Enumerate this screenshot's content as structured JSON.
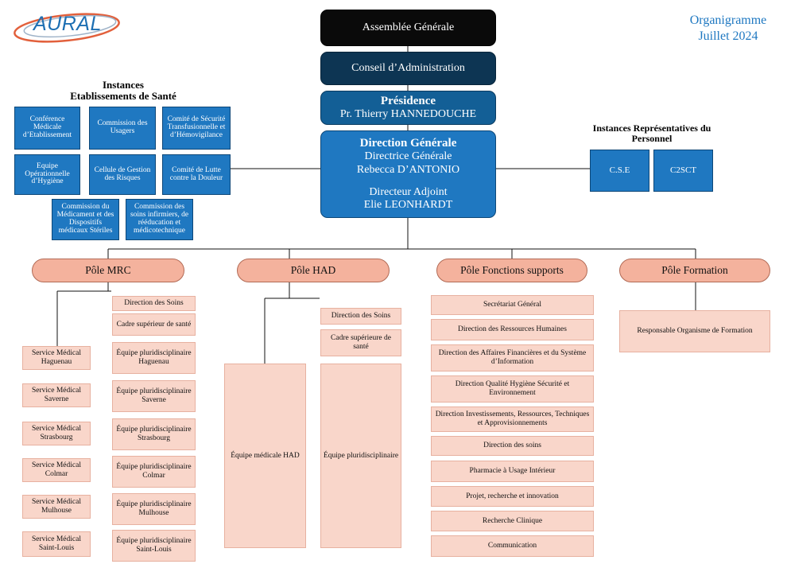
{
  "logo": {
    "text": "AURAL"
  },
  "header": {
    "line1": "Organigramme",
    "line2": "Juillet 2024"
  },
  "top": {
    "ag": "Assemblée Générale",
    "ca": "Conseil d’Administration",
    "pres_title": "Présidence",
    "pres_name": "Pr. Thierry HANNEDOUCHE",
    "dg_title": "Direction Générale",
    "dg_role": "Directrice Générale",
    "dg_name": "Rebecca D’ANTONIO",
    "da_role": "Directeur Adjoint",
    "da_name": "Elie LEONHARDT"
  },
  "instances_sante": {
    "title1": "Instances",
    "title2": "Etablissements de Santé",
    "boxes": [
      "Conférence Médicale d’Etablissement",
      "Commission des Usagers",
      "Comité de Sécurité Transfusionnelle et d’Hémovigilance",
      "Equipe Opérationnelle d’Hygiène",
      "Cellule de Gestion des Risques",
      "Comité de Lutte contre la Douleur",
      "Commission du Médicament et des Dispositifs médicaux Stériles",
      "Commission des soins infirmiers, de rééducation et médicotechnique"
    ]
  },
  "instances_personnel": {
    "title1": "Instances Représentatives du",
    "title2": "Personnel",
    "boxes": [
      "C.S.E",
      "C2SCT"
    ]
  },
  "poles": {
    "mrc": "Pôle MRC",
    "had": "Pôle HAD",
    "supports": "Pôle Fonctions supports",
    "formation": "Pôle Formation"
  },
  "mrc": {
    "direction_soins": "Direction des Soins",
    "cadre": "Cadre supérieur de santé",
    "services": [
      "Service Médical Haguenau",
      "Service Médical Saverne",
      "Service Médical Strasbourg",
      "Service Médical Colmar",
      "Service Médical Mulhouse",
      "Service Médical Saint-Louis"
    ],
    "equipes": [
      "Équipe pluridisciplinaire Haguenau",
      "Équipe pluridisciplinaire Saverne",
      "Équipe pluridisciplinaire Strasbourg",
      "Équipe pluridisciplinaire Colmar",
      "Équipe pluridisciplinaire Mulhouse",
      "Équipe pluridisciplinaire Saint-Louis"
    ]
  },
  "had": {
    "direction_soins": "Direction des Soins",
    "cadre": "Cadre supérieure de santé",
    "equipe_medicale": "Équipe médicale HAD",
    "equipe_pluri": "Équipe pluridisciplinaire"
  },
  "supports": {
    "items": [
      "Secrétariat Général",
      "Direction des Ressources Humaines",
      "Direction des Affaires Financières et du Système d’Information",
      "Direction Qualité Hygiène Sécurité et Environnement",
      "Direction Investissements, Ressources, Techniques et Approvisionnements",
      "Direction des soins",
      "Pharmacie à Usage Intérieur",
      "Projet, recherche et innovation",
      "Recherche Clinique",
      "Communication"
    ]
  },
  "formation": {
    "item": "Responsable Organisme de Formation"
  },
  "colors": {
    "dark": "#0a0a0a",
    "navy": "#0d3553",
    "mid_blue": "#135f96",
    "blue": "#1f78c1",
    "pole": "#f4b29d",
    "pink": "#f9d6ca",
    "header_blue": "#1f78c1"
  }
}
